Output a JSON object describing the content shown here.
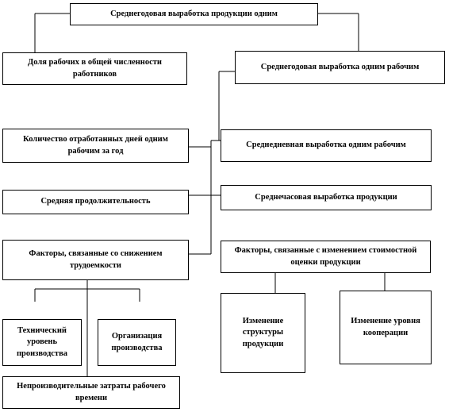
{
  "diagram": {
    "root": {
      "label": "Среднегодовая выработка продукции одним"
    },
    "left": {
      "share_of_workers": "Доля рабочих в общей численности работников",
      "days_worked": "Количество отработанных дней одним рабочим за год",
      "avg_duration": "Средняя продолжительность",
      "labor_intensity_factors": "Факторы, связанные со снижением трудоемкости",
      "tech_level": "Технический уровень производства",
      "production_org": "Организация производства",
      "unproductive_costs": "Непроизводительные затраты рабочего времени"
    },
    "right": {
      "annual_output_per_worker": "Среднегодовая выработка одним рабочим",
      "daily_output_per_worker": "Среднедневная выработка одним рабочим",
      "hourly_output": "Среднечасовая выработка продукции",
      "valuation_factors": "Факторы, связанные с изменением стоимостной оценки продукции",
      "structure_change": "Изменение структуры продукции",
      "cooperation_change": "Изменение уровня кооперации"
    }
  }
}
